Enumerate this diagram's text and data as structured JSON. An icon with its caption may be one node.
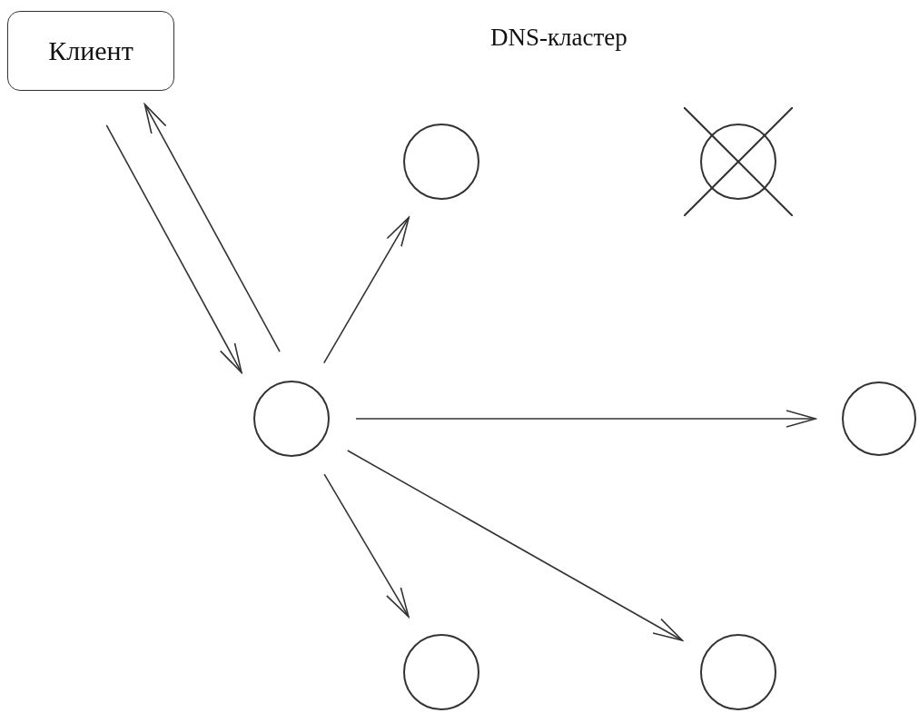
{
  "diagram": {
    "title": "DNS-кластер",
    "nodes": [
      {
        "text": [
          "Клиент"
        ]
      },
      {
        "text": [],
        "shape": "circle"
      },
      {
        "text": [],
        "shape": "circle"
      },
      {
        "text": [],
        "shape": "crossed-circle"
      },
      {
        "text": [],
        "shape": "circle"
      },
      {
        "text": [],
        "shape": "circle"
      },
      {
        "text": [],
        "shape": "circle"
      }
    ],
    "edges": [
      {
        "from": 0,
        "to": 1,
        "arrow": "to"
      },
      {
        "from": 1,
        "to": 0,
        "arrow": "to"
      },
      {
        "from": 1,
        "to": 2,
        "arrow": "to"
      },
      {
        "from": 1,
        "to": 4,
        "arrow": "to"
      },
      {
        "from": 1,
        "to": 5,
        "arrow": "to"
      },
      {
        "from": 1,
        "to": 6,
        "arrow": "to"
      }
    ]
  }
}
